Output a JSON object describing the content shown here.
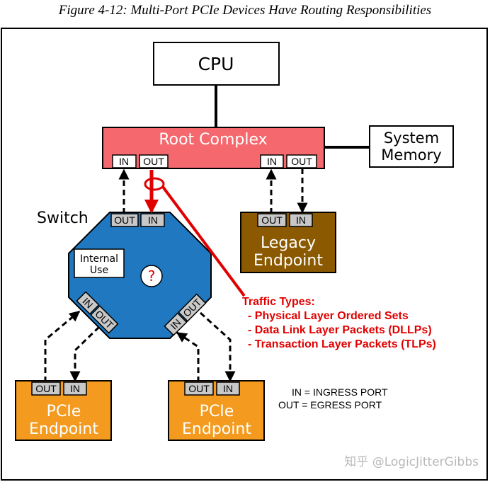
{
  "caption": "Figure 4-12: Multi-Port PCIe Devices Have Routing Responsibilities",
  "nodes": {
    "cpu": "CPU",
    "root_complex": "Root Complex",
    "system_memory": [
      "System",
      "Memory"
    ],
    "switch": "Switch",
    "internal_use": [
      "Internal",
      "Use"
    ],
    "question": "?",
    "legacy_endpoint": [
      "Legacy",
      "Endpoint"
    ],
    "pcie_endpoint_left": [
      "PCIe",
      "Endpoint"
    ],
    "pcie_endpoint_right": [
      "PCIe",
      "Endpoint"
    ]
  },
  "ports": {
    "rc_left_in": "IN",
    "rc_left_out": "OUT",
    "rc_right_in": "IN",
    "rc_right_out": "OUT",
    "sw_up_out": "OUT",
    "sw_up_in": "IN",
    "sw_left_in": "IN",
    "sw_left_out": "OUT",
    "sw_right_in": "IN",
    "sw_right_out": "OUT",
    "legacy_out": "OUT",
    "legacy_in": "IN",
    "ep_left_out": "OUT",
    "ep_left_in": "IN",
    "ep_right_out": "OUT",
    "ep_right_in": "IN"
  },
  "traffic": {
    "title": "Traffic Types:",
    "items": [
      "- Physical Layer Ordered Sets",
      "- Data Link Layer Packets (DLLPs)",
      "- Transaction Layer Packets (TLPs)"
    ]
  },
  "legend": {
    "in_line": "IN = INGRESS PORT",
    "out_line": "OUT = EGRESS PORT"
  },
  "watermark": "知乎 @LogicJitterGibbs",
  "colors": {
    "root_complex": "#f4686e",
    "switch": "#1f78c0",
    "legacy": "#8b5a00",
    "pcie": "#f39a1f",
    "port": "#c8c8c8",
    "accent_red": "#e00000"
  }
}
